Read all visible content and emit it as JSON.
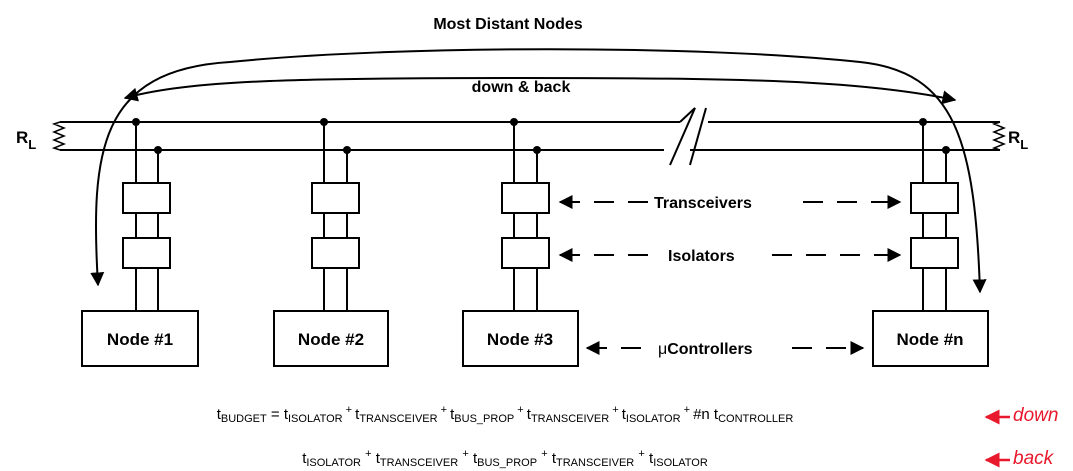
{
  "title": "Most Distant Nodes",
  "subtitle": "down  & back",
  "resistor_label": {
    "main": "R",
    "sub": "L"
  },
  "nodes": [
    "Node  #1",
    "Node  #2",
    "Node  #3",
    "Node  #n"
  ],
  "annotations": {
    "transceivers": "Transceivers",
    "isolators": "Isolators",
    "controllers_mu": "μ",
    "controllers": "Controllers"
  },
  "equations": {
    "down": {
      "lhs_t": "t",
      "lhs_sub": "BUDGET",
      "eq": " = ",
      "terms": [
        {
          "t": "t",
          "sub": "ISOLATOR",
          "op": " + "
        },
        {
          "t": "t",
          "sub": "TRANSCEIVER",
          "op": " + "
        },
        {
          "t": "t",
          "sub": "BUS_PROP",
          "op": " + "
        },
        {
          "t": "t",
          "sub": "TRANSCEIVER",
          "op": " + "
        },
        {
          "t": "t",
          "sub": "ISOLATOR",
          "op": " + "
        }
      ],
      "tail_n": "#n t",
      "tail_sub": "CONTROLLER"
    },
    "back": {
      "terms": [
        {
          "t": "t",
          "sub": "ISOLATOR"
        },
        {
          "t": "t",
          "sub": "TRANSCEIVER"
        },
        {
          "t": "t",
          "sub": "BUS_PROP"
        },
        {
          "t": "t",
          "sub": "TRANSCEIVER"
        },
        {
          "t": "t",
          "sub": "ISOLATOR"
        }
      ],
      "plus": "+"
    }
  },
  "legend": {
    "down": "down",
    "back": "back"
  },
  "colors": {
    "line": "#000000",
    "accent": "#e8192c"
  }
}
